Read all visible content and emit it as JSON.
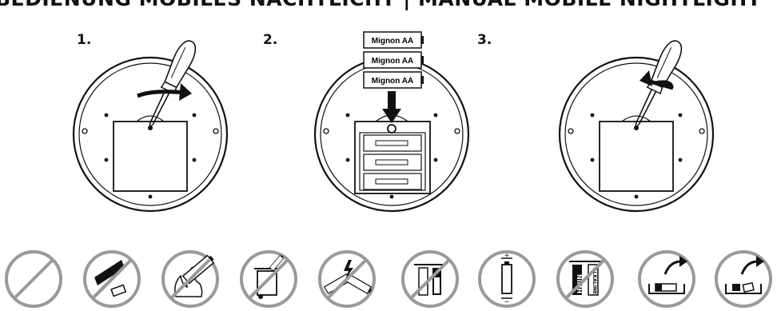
{
  "title": "BEDIENUNG MOBILES NACHTLICHT | MANUAL MOBILE NIGHTLIGHT",
  "steps": [
    {
      "number": "1."
    },
    {
      "number": "2."
    },
    {
      "number": "3."
    }
  ],
  "battery_labels": [
    "Mignon AA",
    "Mignon AA",
    "Mignon AA"
  ],
  "warning_icons": [
    {
      "name": "keep-away-from-children-icon"
    },
    {
      "name": "do-not-damage-battery-icon"
    },
    {
      "name": "do-not-burn-battery-icon"
    },
    {
      "name": "do-not-dispose-in-household-waste-icon"
    },
    {
      "name": "do-not-short-circuit-icon"
    },
    {
      "name": "do-not-mix-old-new-icon"
    },
    {
      "name": "correct-polarity-icon"
    },
    {
      "name": "do-not-mix-battery-types-icon"
    },
    {
      "name": "remove-empty-batteries-icon"
    },
    {
      "name": "remove-leaking-batteries-icon"
    }
  ],
  "icon_texts": {
    "nimh": "NiMH",
    "alkaline": "ALKALINE",
    "plus": "+",
    "minus": "−"
  },
  "colors": {
    "ink": "#111111",
    "prohibition": "#9a9a9a"
  }
}
